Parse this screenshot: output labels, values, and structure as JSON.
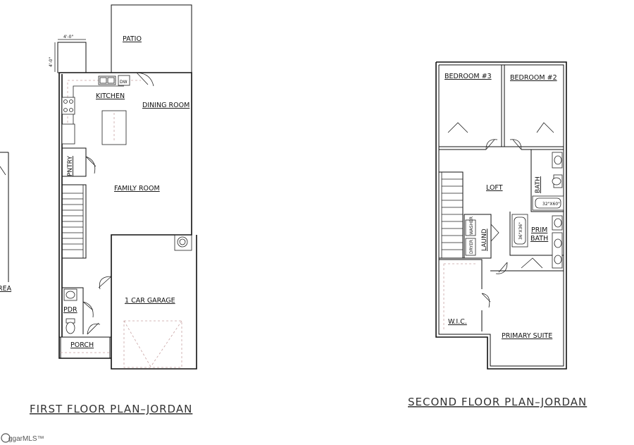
{
  "first_floor": {
    "title": "FIRST FLOOR PLAN–JORDAN",
    "rooms": {
      "patio": "PATIO",
      "kitchen": "KITCHEN",
      "dw": "DW",
      "dining": "DINING ROOM",
      "family": "FAMILY ROOM",
      "pantry": "PNTRY",
      "garage": "1 CAR GARAGE",
      "pdr": "PDR",
      "porch": "PORCH"
    },
    "dims": {
      "width": "4'-0\"",
      "depth": "4'-0\""
    }
  },
  "second_floor": {
    "title": "SECOND FLOOR PLAN–JORDAN",
    "rooms": {
      "bedroom3": "BEDROOM #3",
      "bedroom2": "BEDROOM #2",
      "bath": "BATH",
      "loft": "LOFT",
      "tub": "32\"X60\"",
      "laund": "LAUND",
      "washer": "WASHER",
      "dryer": "DRYER",
      "prim_bath_1": "PRIM",
      "prim_bath_2": "BATH",
      "shower": "36\"X36\"",
      "wic": "W.I.C.",
      "primary": "PRIMARY SUITE"
    }
  },
  "side_fragment": "REA",
  "watermark": "ggarMLS™"
}
